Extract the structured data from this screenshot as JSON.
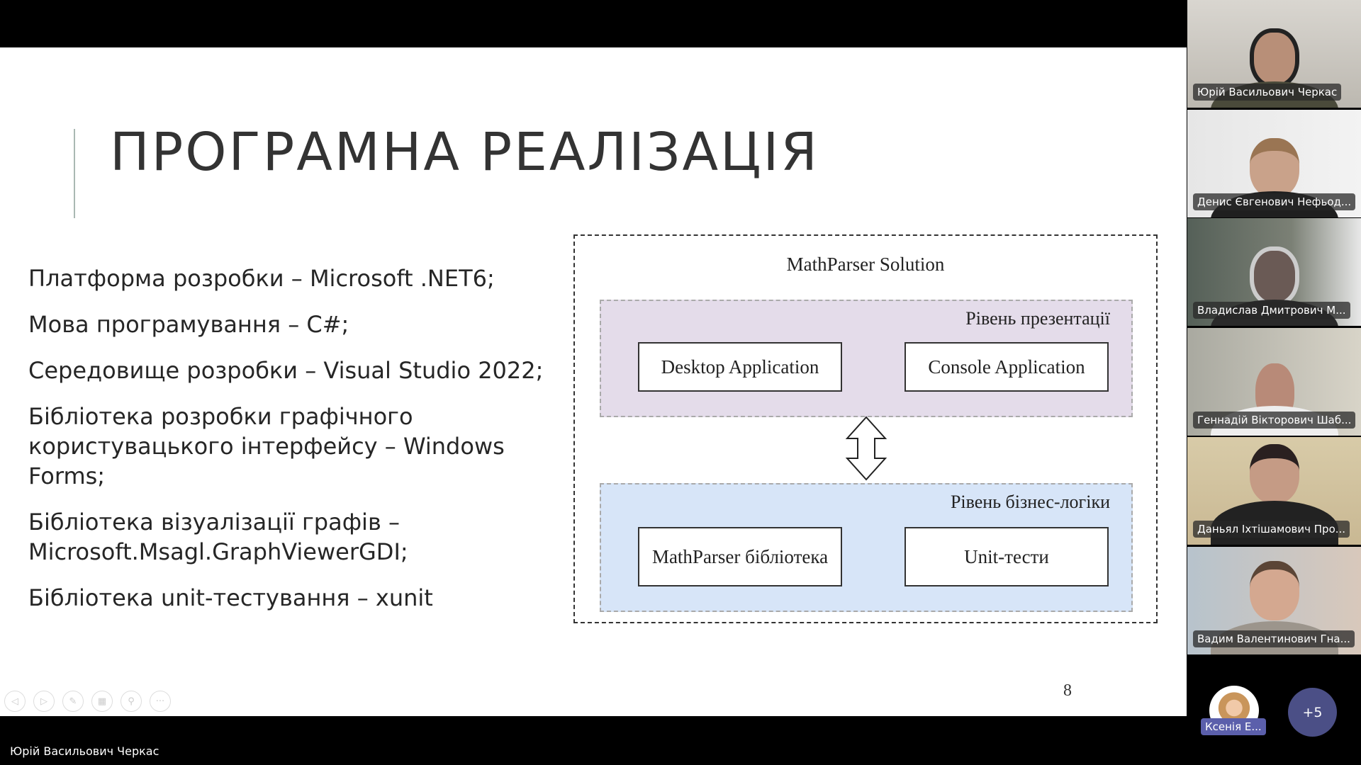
{
  "slide": {
    "title": "ПРОГРАМНА РЕАЛІЗАЦІЯ",
    "bullets": [
      "Платформа розробки – Microsoft .NET6;",
      "Мова програмування – C#;",
      "Середовище розробки – Visual Studio 2022;",
      "Бібліотека розробки графічного користувацького інтерфейсу – Windows Forms;",
      "Бібліотека візуалізації графів – Microsoft.Msagl.GraphViewerGDI;",
      "Бібліотека unit-тестування – xunit"
    ],
    "diagram": {
      "title": "MathParser Solution",
      "presentation_layer": {
        "label": "Рівень презентації",
        "boxes": [
          "Desktop Application",
          "Console Application"
        ],
        "color": "#e4dcea"
      },
      "business_layer": {
        "label": "Рівень бізнес-логіки",
        "boxes": [
          "MathParser бібліотека",
          "Unit-тести"
        ],
        "color": "#d7e5f8"
      }
    },
    "page_number": "8"
  },
  "presenter_name": "Юрій Васильович Черкас",
  "participants": [
    {
      "name": "Юрій Васильович Черкас"
    },
    {
      "name": "Денис Євгенович Нефьод..."
    },
    {
      "name": "Владислав Дмитрович М..."
    },
    {
      "name": "Геннадій Вікторович Шаб..."
    },
    {
      "name": "Даньял Іхтішамович Про..."
    },
    {
      "name": "Вадим Валентинович Гна..."
    }
  ],
  "extra_participant": "Ксенія Е...",
  "more_count": "+5"
}
